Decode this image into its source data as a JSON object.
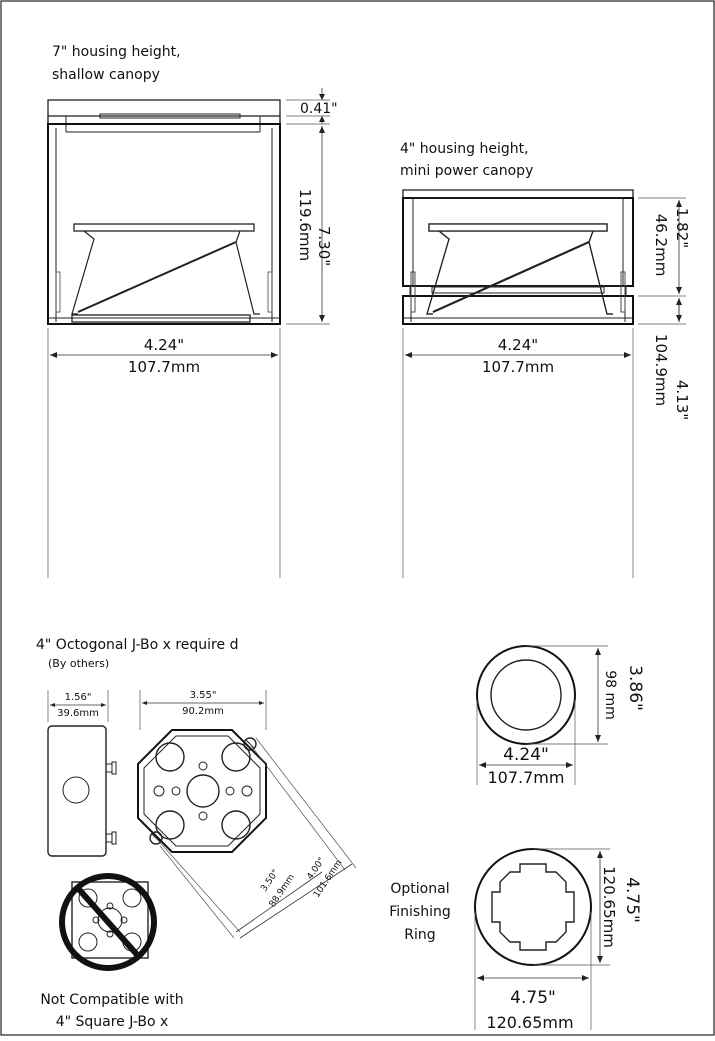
{
  "housing_7": {
    "caption_line1": "7\" housing height,",
    "caption_line2": "shallow canopy",
    "canopy_dim": "0.41\"",
    "height_in": "7.30\"",
    "height_mm": "119.6mm",
    "width_in": "4.24\"",
    "width_mm": "107.7mm"
  },
  "housing_4": {
    "caption_line1": "4\" housing height,",
    "caption_line2": "mini power canopy",
    "canopy_in": "1.82\"",
    "canopy_mm": "46.2mm",
    "height_in": "4.13\"",
    "height_mm": "104.9mm",
    "width_in": "4.24\"",
    "width_mm": "107.7mm"
  },
  "jbox": {
    "title": "4\" Octogonal J-Bo x require d",
    "subtitle": "(By others)",
    "side_in": "1.56\"",
    "side_mm": "39.6mm",
    "top_in": "3.55\"",
    "top_mm": "90.2mm",
    "diag1_in": "3.50\"",
    "diag1_mm": "88.9mm",
    "diag2_in": "4.00\"",
    "diag2_mm": "101.6mm",
    "not_compatible_line1": "Not Compatible with",
    "not_compatible_line2": "4\" Square J-Bo  x"
  },
  "canopy_top": {
    "height_in": "3.86\"",
    "height_mm": "98 mm",
    "width_in": "4.24\"",
    "width_mm": "107.7mm"
  },
  "finishing_ring": {
    "label_line1": "Optional",
    "label_line2": "Finishing",
    "label_line3": "Ring",
    "height_in": "4.75\"",
    "height_mm": "120.65mm",
    "width_in": "4.75\"",
    "width_mm": "120.65mm"
  }
}
